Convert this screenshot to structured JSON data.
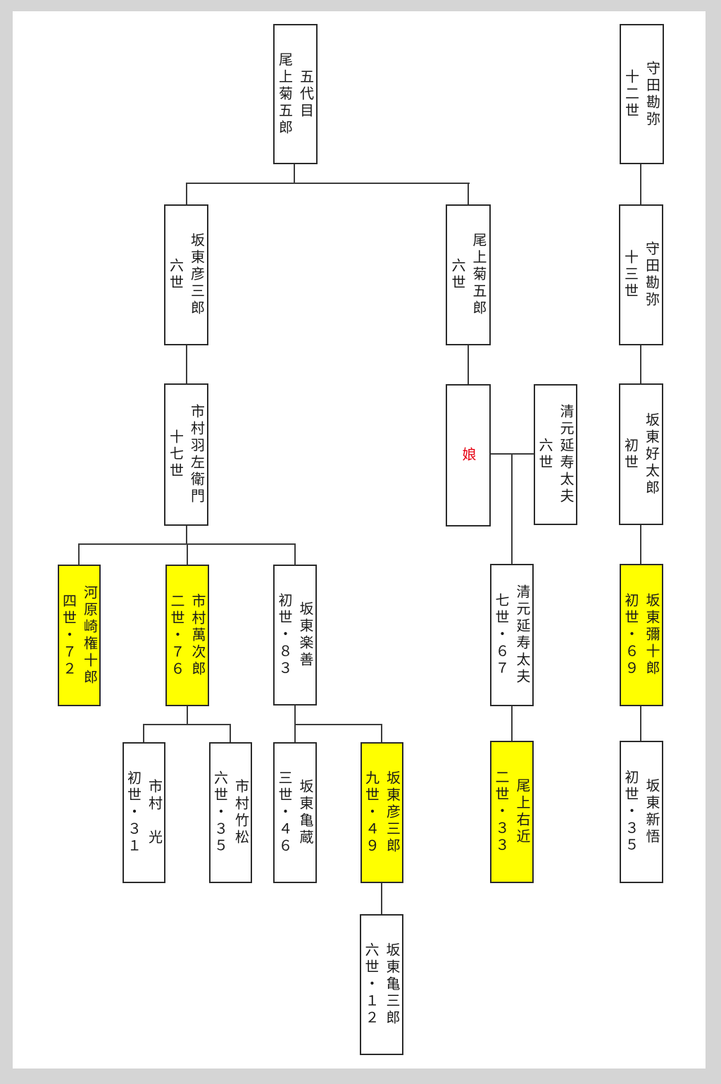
{
  "colors": {
    "highlight": "#ffff00",
    "daughter": "#e60012",
    "line": "#3c3c3c",
    "border": "#2b2b2b"
  },
  "nodes": [
    {
      "col1": "五代目",
      "col2": "尾上菊五郎",
      "highlighted": false
    },
    {
      "col1": "守田勘弥",
      "col2": "十二世",
      "highlighted": false
    },
    {
      "col1": "坂東彦三郎",
      "col2": "六世",
      "highlighted": false
    },
    {
      "col1": "尾上菊五郎",
      "col2": "六世",
      "highlighted": false
    },
    {
      "col1": "守田勘弥",
      "col2": "十三世",
      "highlighted": false
    },
    {
      "col1": "市村羽左衛門",
      "col2": "十七世",
      "highlighted": false
    },
    {
      "col1": "娘",
      "col2": "",
      "highlighted": false
    },
    {
      "col1": "清元延寿太夫",
      "col2": "六世",
      "highlighted": false
    },
    {
      "col1": "坂東好太郎",
      "col2": "初世",
      "highlighted": false
    },
    {
      "col1": "河原崎権十郎",
      "col2": "四世・７２",
      "highlighted": true
    },
    {
      "col1": "市村萬次郎",
      "col2": "二世・７６",
      "highlighted": true
    },
    {
      "col1": "坂東楽善",
      "col2": "初世・８３",
      "highlighted": false
    },
    {
      "col1": "清元延寿太夫",
      "col2": "七世・６７",
      "highlighted": false
    },
    {
      "col1": "坂東彌十郎",
      "col2": "初世・６９",
      "highlighted": true
    },
    {
      "col1": "市村　光",
      "col2": "初世・３１",
      "highlighted": false
    },
    {
      "col1": "市村竹松",
      "col2": "六世・３５",
      "highlighted": false
    },
    {
      "col1": "坂東亀蔵",
      "col2": "三世・４６",
      "highlighted": false
    },
    {
      "col1": "坂東彦三郎",
      "col2": "九世・４９",
      "highlighted": true
    },
    {
      "col1": "尾上右近",
      "col2": "二世・３３",
      "highlighted": true
    },
    {
      "col1": "坂東新悟",
      "col2": "初世・３５",
      "highlighted": false
    },
    {
      "col1": "坂東亀三郎",
      "col2": "六世・１２",
      "highlighted": false
    }
  ]
}
